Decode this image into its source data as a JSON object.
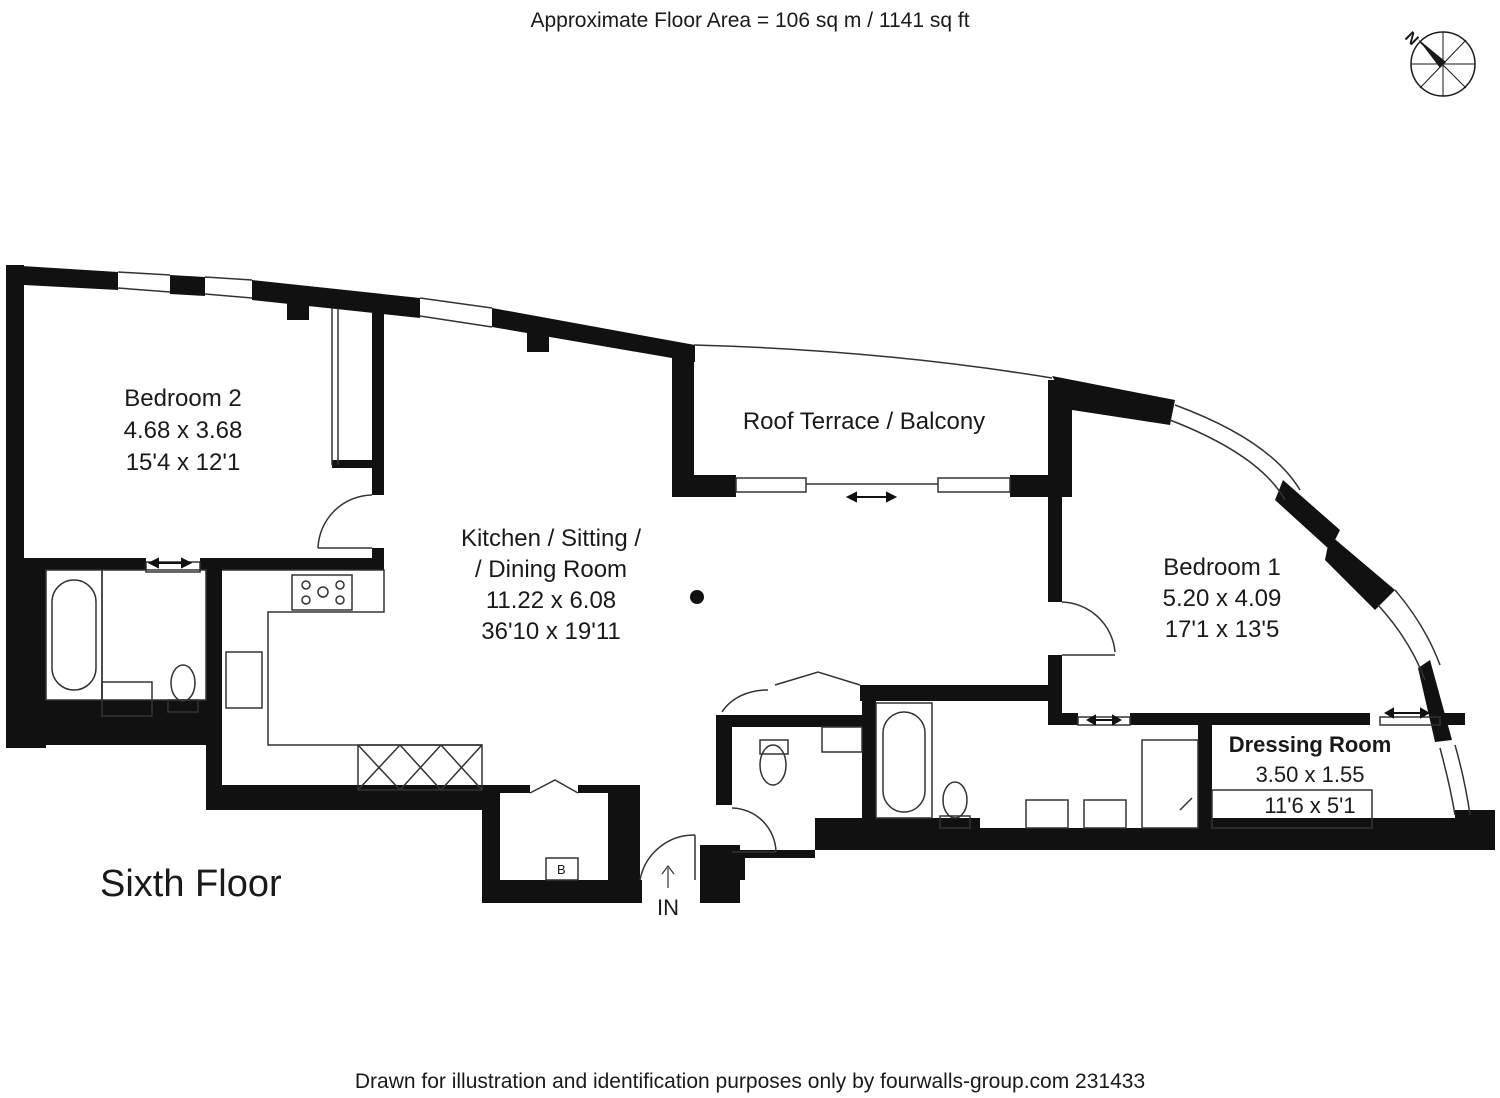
{
  "header": {
    "area_text": "Approximate Floor Area = 106 sq m / 1141 sq ft"
  },
  "footer": {
    "credit": "Drawn for illustration and identification purposes only by fourwalls-group.com 231433"
  },
  "floor_label": "Sixth Floor",
  "compass": {
    "letter": "N"
  },
  "entrance_label": "IN",
  "boiler_label": "B",
  "rooms": {
    "bedroom2": {
      "name": "Bedroom 2",
      "metric": "4.68 x 3.68",
      "imperial": "15'4 x 12'1"
    },
    "kitchen": {
      "name_line1": "Kitchen / Sitting /",
      "name_line2": "/ Dining Room",
      "metric": "11.22 x 6.08",
      "imperial": "36'10 x 19'11"
    },
    "terrace": {
      "name": "Roof Terrace / Balcony"
    },
    "bedroom1": {
      "name": "Bedroom 1",
      "metric": "5.20 x 4.09",
      "imperial": "17'1 x 13'5"
    },
    "dressing": {
      "name": "Dressing Room",
      "metric": "3.50 x 1.55",
      "imperial": "11'6 x 5'1"
    }
  }
}
